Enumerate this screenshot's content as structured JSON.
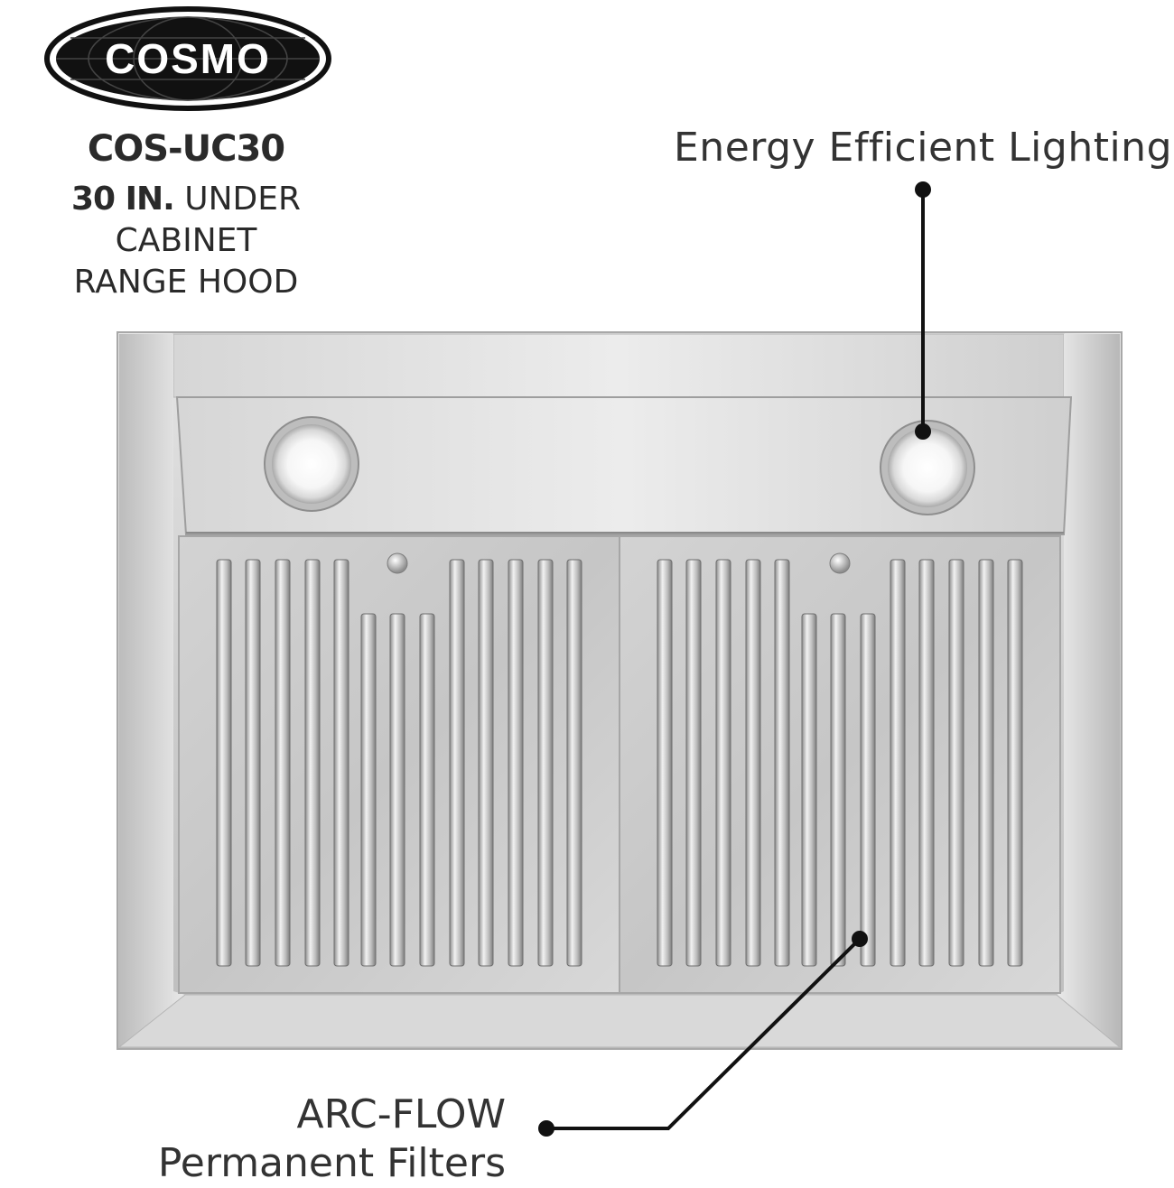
{
  "brand": {
    "logo_text": "COSMO"
  },
  "product": {
    "model_code": "COS-UC30",
    "size_label": "30 IN.",
    "type_line1": "UNDER CABINET",
    "type_line2": "RANGE HOOD"
  },
  "callouts": {
    "lighting": "Energy Efficient Lighting",
    "filters_line1": "ARC-FLOW",
    "filters_line2": "Permanent Filters"
  },
  "colors": {
    "text": "#333333",
    "steel": "#c9c9c9",
    "logo_bg": "#111111",
    "leader": "#111111"
  }
}
